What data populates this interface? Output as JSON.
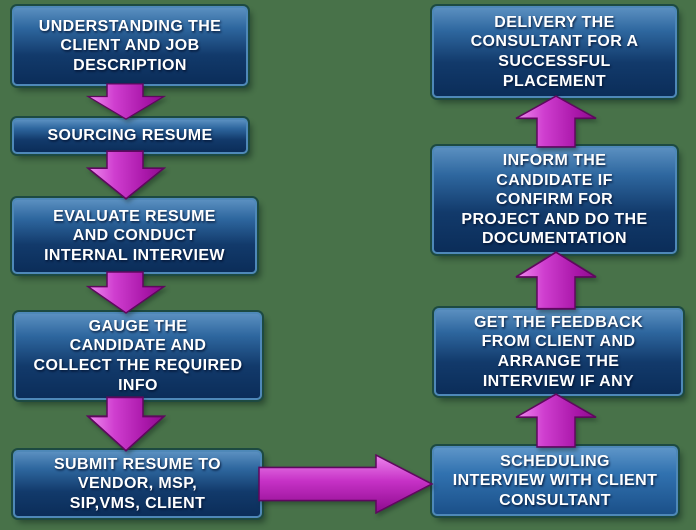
{
  "diagram": {
    "type": "flowchart",
    "background_color": "#487249",
    "box_border_color": "#4e88b8",
    "box_gradient_top": "#5a8fc0",
    "box_gradient_bottom": "#0b2d59",
    "box_outline_color": "#1d4a41",
    "text_color": "#ffffff",
    "arrow_gradient_light": "#f08df0",
    "arrow_gradient_dark": "#8c0c8c",
    "arrow_outline_color": "#5e085e"
  },
  "steps": [
    {
      "order": 1,
      "label": "UNDERSTANDING THE\nCLIENT AND JOB\nDESCRIPTION"
    },
    {
      "order": 2,
      "label": "SOURCING RESUME"
    },
    {
      "order": 3,
      "label": "EVALUATE RESUME\nAND CONDUCT\nINTERNAL INTERVIEW"
    },
    {
      "order": 4,
      "label": "GAUGE THE\nCANDIDATE AND\nCOLLECT THE REQUIRED\nINFO"
    },
    {
      "order": 5,
      "label": "SUBMIT RESUME TO\nVENDOR, MSP,\nSIP,VMS, CLIENT"
    },
    {
      "order": 6,
      "label": "SCHEDULING\nINTERVIEW WITH CLIENT\nCONSULTANT"
    },
    {
      "order": 7,
      "label": "GET THE FEEDBACK\nFROM CLIENT AND\nARRANGE THE\nINTERVIEW IF ANY"
    },
    {
      "order": 8,
      "label": "INFORM THE\nCANDIDATE IF\nCONFIRM FOR\nPROJECT AND DO THE\nDOCUMENTATION"
    },
    {
      "order": 9,
      "label": "DELIVERY THE\nCONSULTANT FOR A\nSUCCESSFUL\nPLACEMENT"
    }
  ]
}
